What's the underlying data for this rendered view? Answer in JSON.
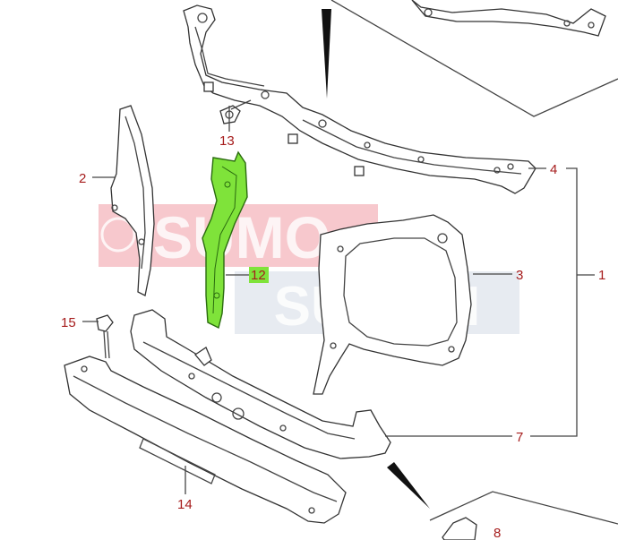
{
  "watermark": {
    "line1": "SUMO",
    "line2": "SUZUKI",
    "color_line1": "#e23b4a",
    "color_line2": "#c9d3e0"
  },
  "highlight_color": "#7fe33a",
  "label_color": "#a61c1c",
  "labels": {
    "p1": "1",
    "p2": "2",
    "p3": "3",
    "p4": "4",
    "p7": "7",
    "p8": "8",
    "p12": "12",
    "p13": "13",
    "p14": "14",
    "p15": "15"
  }
}
